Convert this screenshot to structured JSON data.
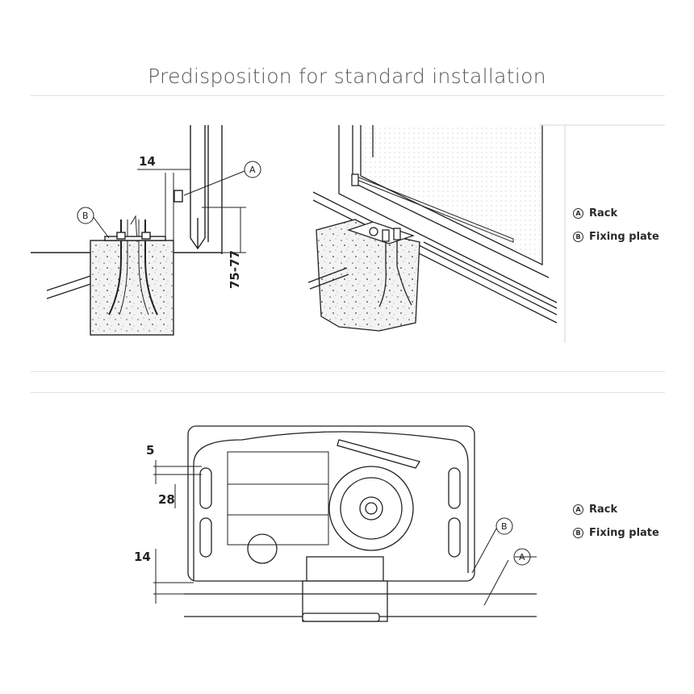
{
  "title": "Predisposition for standard installation",
  "top_diagram": {
    "dim_offset": "14",
    "dim_height": "75-77",
    "callout_a": "A",
    "callout_b": "B"
  },
  "bottom_diagram": {
    "dim_5": "5",
    "dim_28": "28",
    "dim_14": "14",
    "callout_a": "A",
    "callout_b": "B"
  },
  "legend_top": [
    {
      "letter": "A",
      "label": "Rack"
    },
    {
      "letter": "B",
      "label": "Fixing plate"
    }
  ],
  "legend_bottom": [
    {
      "letter": "A",
      "label": "Rack"
    },
    {
      "letter": "B",
      "label": "Fixing plate"
    }
  ]
}
